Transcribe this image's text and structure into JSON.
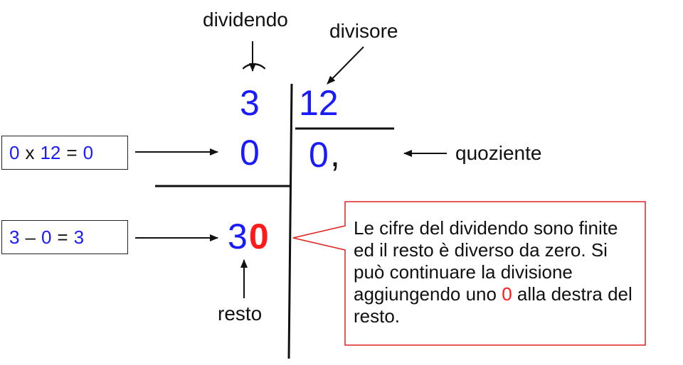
{
  "labels": {
    "dividendo": "dividendo",
    "divisore": "divisore",
    "quoziente": "quoziente",
    "resto": "resto"
  },
  "dividend": {
    "digit": "3",
    "arc": "⌒"
  },
  "divisor": "12",
  "quotient": {
    "digit": "0",
    "comma": ","
  },
  "subtraction_row": "0",
  "remainder": {
    "digit": "3",
    "appended_zero": "0"
  },
  "step1": {
    "a": "0",
    "op": "x",
    "b": "12",
    "eq": "=",
    "result": "0"
  },
  "step2": {
    "a": "3",
    "op": "–",
    "b": "0",
    "eq": "=",
    "result": "3"
  },
  "callout": {
    "before_zero": "Le cifre del dividendo sono finite ed il resto è diverso da zero. Si può continuare la divisione aggiungendo uno ",
    "zero": "0",
    "after_zero": " alla destra del resto."
  },
  "colors": {
    "number_blue": "#1a1aff",
    "accent_red": "#ff1a1a",
    "text_black": "#111111"
  }
}
